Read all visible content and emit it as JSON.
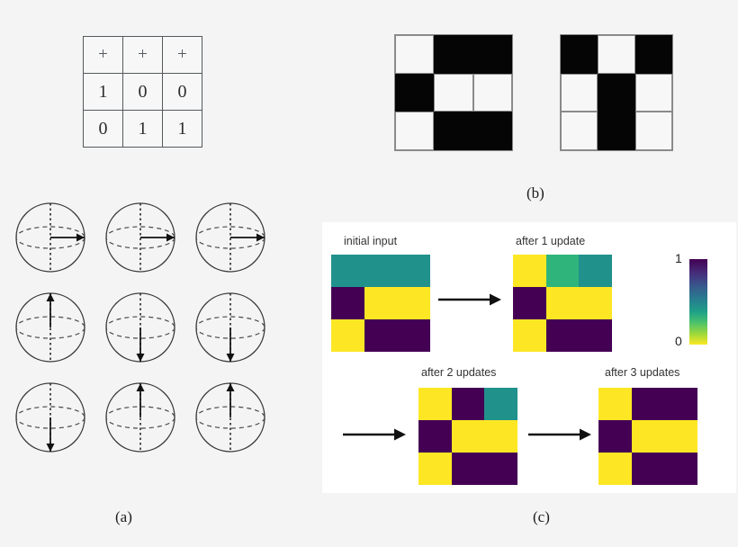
{
  "figure": {
    "background_color": "#f4f4f4",
    "panel_labels": [
      {
        "id": "a",
        "text": "(a)"
      },
      {
        "id": "b",
        "text": "(b)"
      },
      {
        "id": "c",
        "text": "(c)"
      }
    ]
  },
  "panel_a": {
    "truth_table": {
      "rows": [
        [
          "+",
          "+",
          "+"
        ],
        [
          "1",
          "0",
          "0"
        ],
        [
          "0",
          "1",
          "1"
        ]
      ]
    },
    "bloch_spheres": {
      "rows": 3,
      "cols": 3,
      "arrow_directions": [
        [
          "right",
          "right",
          "right"
        ],
        [
          "up",
          "down",
          "down"
        ],
        [
          "down",
          "up",
          "up"
        ]
      ]
    }
  },
  "panel_b": {
    "grids": [
      {
        "name": "binary-grid-left",
        "cells": [
          [
            0,
            1,
            1
          ],
          [
            1,
            0,
            0
          ],
          [
            0,
            1,
            1
          ]
        ]
      },
      {
        "name": "binary-grid-right",
        "cells": [
          [
            1,
            0,
            1
          ],
          [
            0,
            1,
            0
          ],
          [
            0,
            1,
            0
          ]
        ]
      }
    ],
    "on_color": "#050505",
    "off_color": "#f7f7f7"
  },
  "panel_c": {
    "card_background": "#ffffff",
    "colorbar": {
      "max_label": "1",
      "min_label": "0",
      "colormap": "viridis",
      "top_color": "#440154",
      "bottom_color": "#fde725"
    },
    "arrows": [
      {
        "name": "arrow-1"
      },
      {
        "name": "arrow-2"
      },
      {
        "name": "arrow-3"
      }
    ],
    "heatmaps": [
      {
        "title": "initial input",
        "values": [
          [
            0.5,
            0.5,
            0.5
          ],
          [
            1.0,
            0.0,
            0.0
          ],
          [
            0.0,
            1.0,
            1.0
          ]
        ],
        "colors": [
          [
            "#21918c",
            "#21918c",
            "#21918c"
          ],
          [
            "#440154",
            "#fde725",
            "#fde725"
          ],
          [
            "#fde725",
            "#440154",
            "#440154"
          ]
        ]
      },
      {
        "title": "after 1 update",
        "values": [
          [
            0.0,
            0.37,
            0.5
          ],
          [
            1.0,
            0.0,
            0.0
          ],
          [
            0.0,
            1.0,
            1.0
          ]
        ],
        "colors": [
          [
            "#fde725",
            "#2fb47c",
            "#21918c"
          ],
          [
            "#440154",
            "#fde725",
            "#fde725"
          ],
          [
            "#fde725",
            "#440154",
            "#440154"
          ]
        ]
      },
      {
        "title": "after 2 updates",
        "values": [
          [
            0.0,
            1.0,
            0.5
          ],
          [
            1.0,
            0.0,
            0.0
          ],
          [
            0.0,
            1.0,
            1.0
          ]
        ],
        "colors": [
          [
            "#fde725",
            "#440154",
            "#21918c"
          ],
          [
            "#440154",
            "#fde725",
            "#fde725"
          ],
          [
            "#fde725",
            "#440154",
            "#440154"
          ]
        ]
      },
      {
        "title": "after 3 updates",
        "values": [
          [
            0.0,
            1.0,
            1.0
          ],
          [
            1.0,
            0.0,
            0.0
          ],
          [
            0.0,
            1.0,
            1.0
          ]
        ],
        "colors": [
          [
            "#fde725",
            "#440154",
            "#440154"
          ],
          [
            "#440154",
            "#fde725",
            "#fde725"
          ],
          [
            "#fde725",
            "#440154",
            "#440154"
          ]
        ]
      }
    ]
  },
  "chart_data": {
    "type": "heatmap",
    "title": "Hopfield network update sequence on a 3x3 binary pattern",
    "colormap": "viridis",
    "clim": [
      0,
      1
    ],
    "colorbar_ticks": [
      "0",
      "1"
    ],
    "panels": [
      {
        "label": "initial input",
        "matrix": [
          [
            0.5,
            0.5,
            0.5
          ],
          [
            1,
            0,
            0
          ],
          [
            0,
            1,
            1
          ]
        ]
      },
      {
        "label": "after 1 update",
        "matrix": [
          [
            0,
            0.37,
            0.5
          ],
          [
            1,
            0,
            0
          ],
          [
            0,
            1,
            1
          ]
        ]
      },
      {
        "label": "after 2 updates",
        "matrix": [
          [
            0,
            1,
            0.5
          ],
          [
            1,
            0,
            0
          ],
          [
            0,
            1,
            1
          ]
        ]
      },
      {
        "label": "after 3 updates",
        "matrix": [
          [
            0,
            1,
            1
          ],
          [
            1,
            0,
            0
          ],
          [
            0,
            1,
            1
          ]
        ]
      }
    ]
  }
}
